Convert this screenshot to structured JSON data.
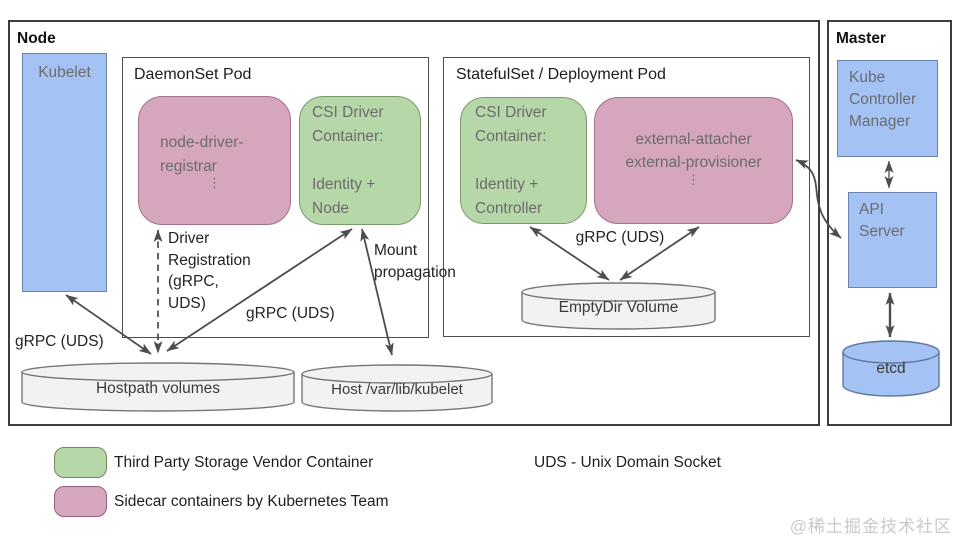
{
  "node": {
    "title": "Node",
    "kubelet_label": "Kubelet",
    "grpc_uds_left": "gRPC (UDS)",
    "driver_registration": "Driver\nRegistration\n(gRPC,\nUDS)",
    "grpc_uds_diagonal": "gRPC (UDS)",
    "mount_propagation": "Mount\npropagation",
    "hostpath_volumes": "Hostpath volumes",
    "host_var_lib_kubelet": "Host /var/lib/kubelet",
    "daemonset_pod": {
      "title": "DaemonSet Pod",
      "node_driver_registrar": "node-driver-\nregistrar",
      "registrar_ellipsis": "⋮",
      "csi_driver_node": "CSI Driver\nContainer:\n\nIdentity +\nNode"
    },
    "statefulset_pod": {
      "title": "StatefulSet / Deployment Pod",
      "csi_driver_controller": "CSI Driver\nContainer:\n\nIdentity +\nController",
      "sidecars": "external-attacher\nexternal-provisioner",
      "sidecars_ellipsis": "⋮",
      "grpc_uds": "gRPC (UDS)",
      "emptydir_volume": "EmptyDir Volume"
    }
  },
  "master": {
    "title": "Master",
    "kube_controller_manager": "Kube\nController\nManager",
    "api_server": "API\nServer",
    "etcd": "etcd"
  },
  "legend": {
    "green_label": "Third Party Storage Vendor Container",
    "pink_label": "Sidecar containers by Kubernetes Team",
    "uds_note": "UDS - Unix Domain Socket"
  },
  "watermark": "@稀土掘金技术社区",
  "colors": {
    "vendor_green": "#b6d7a8",
    "sidecar_pink": "#d5a6bd",
    "kubernetes_blue": "#a4c2f4",
    "cylinder_gray": "#f2f2f2",
    "arrow_gray": "#4d4d4d"
  }
}
